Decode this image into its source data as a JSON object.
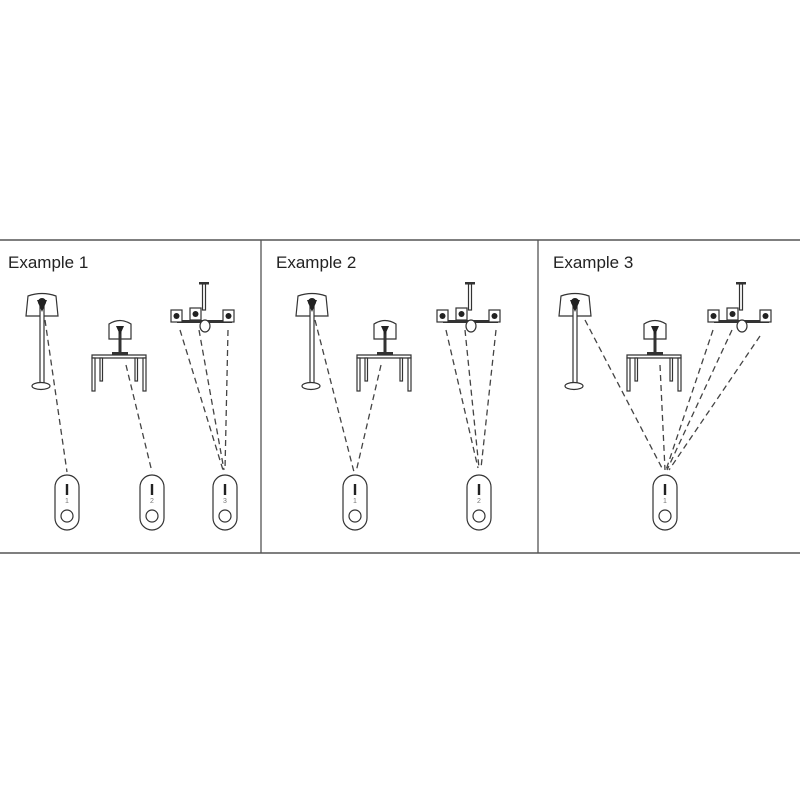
{
  "panels": [
    {
      "title": "Example 1",
      "remotes": [
        "1",
        "2",
        "3"
      ]
    },
    {
      "title": "Example 2",
      "remotes": [
        "1",
        "2"
      ]
    },
    {
      "title": "Example 3",
      "remotes": [
        "1"
      ]
    }
  ],
  "colors": {
    "line": "#333333",
    "frame": "#555555"
  }
}
